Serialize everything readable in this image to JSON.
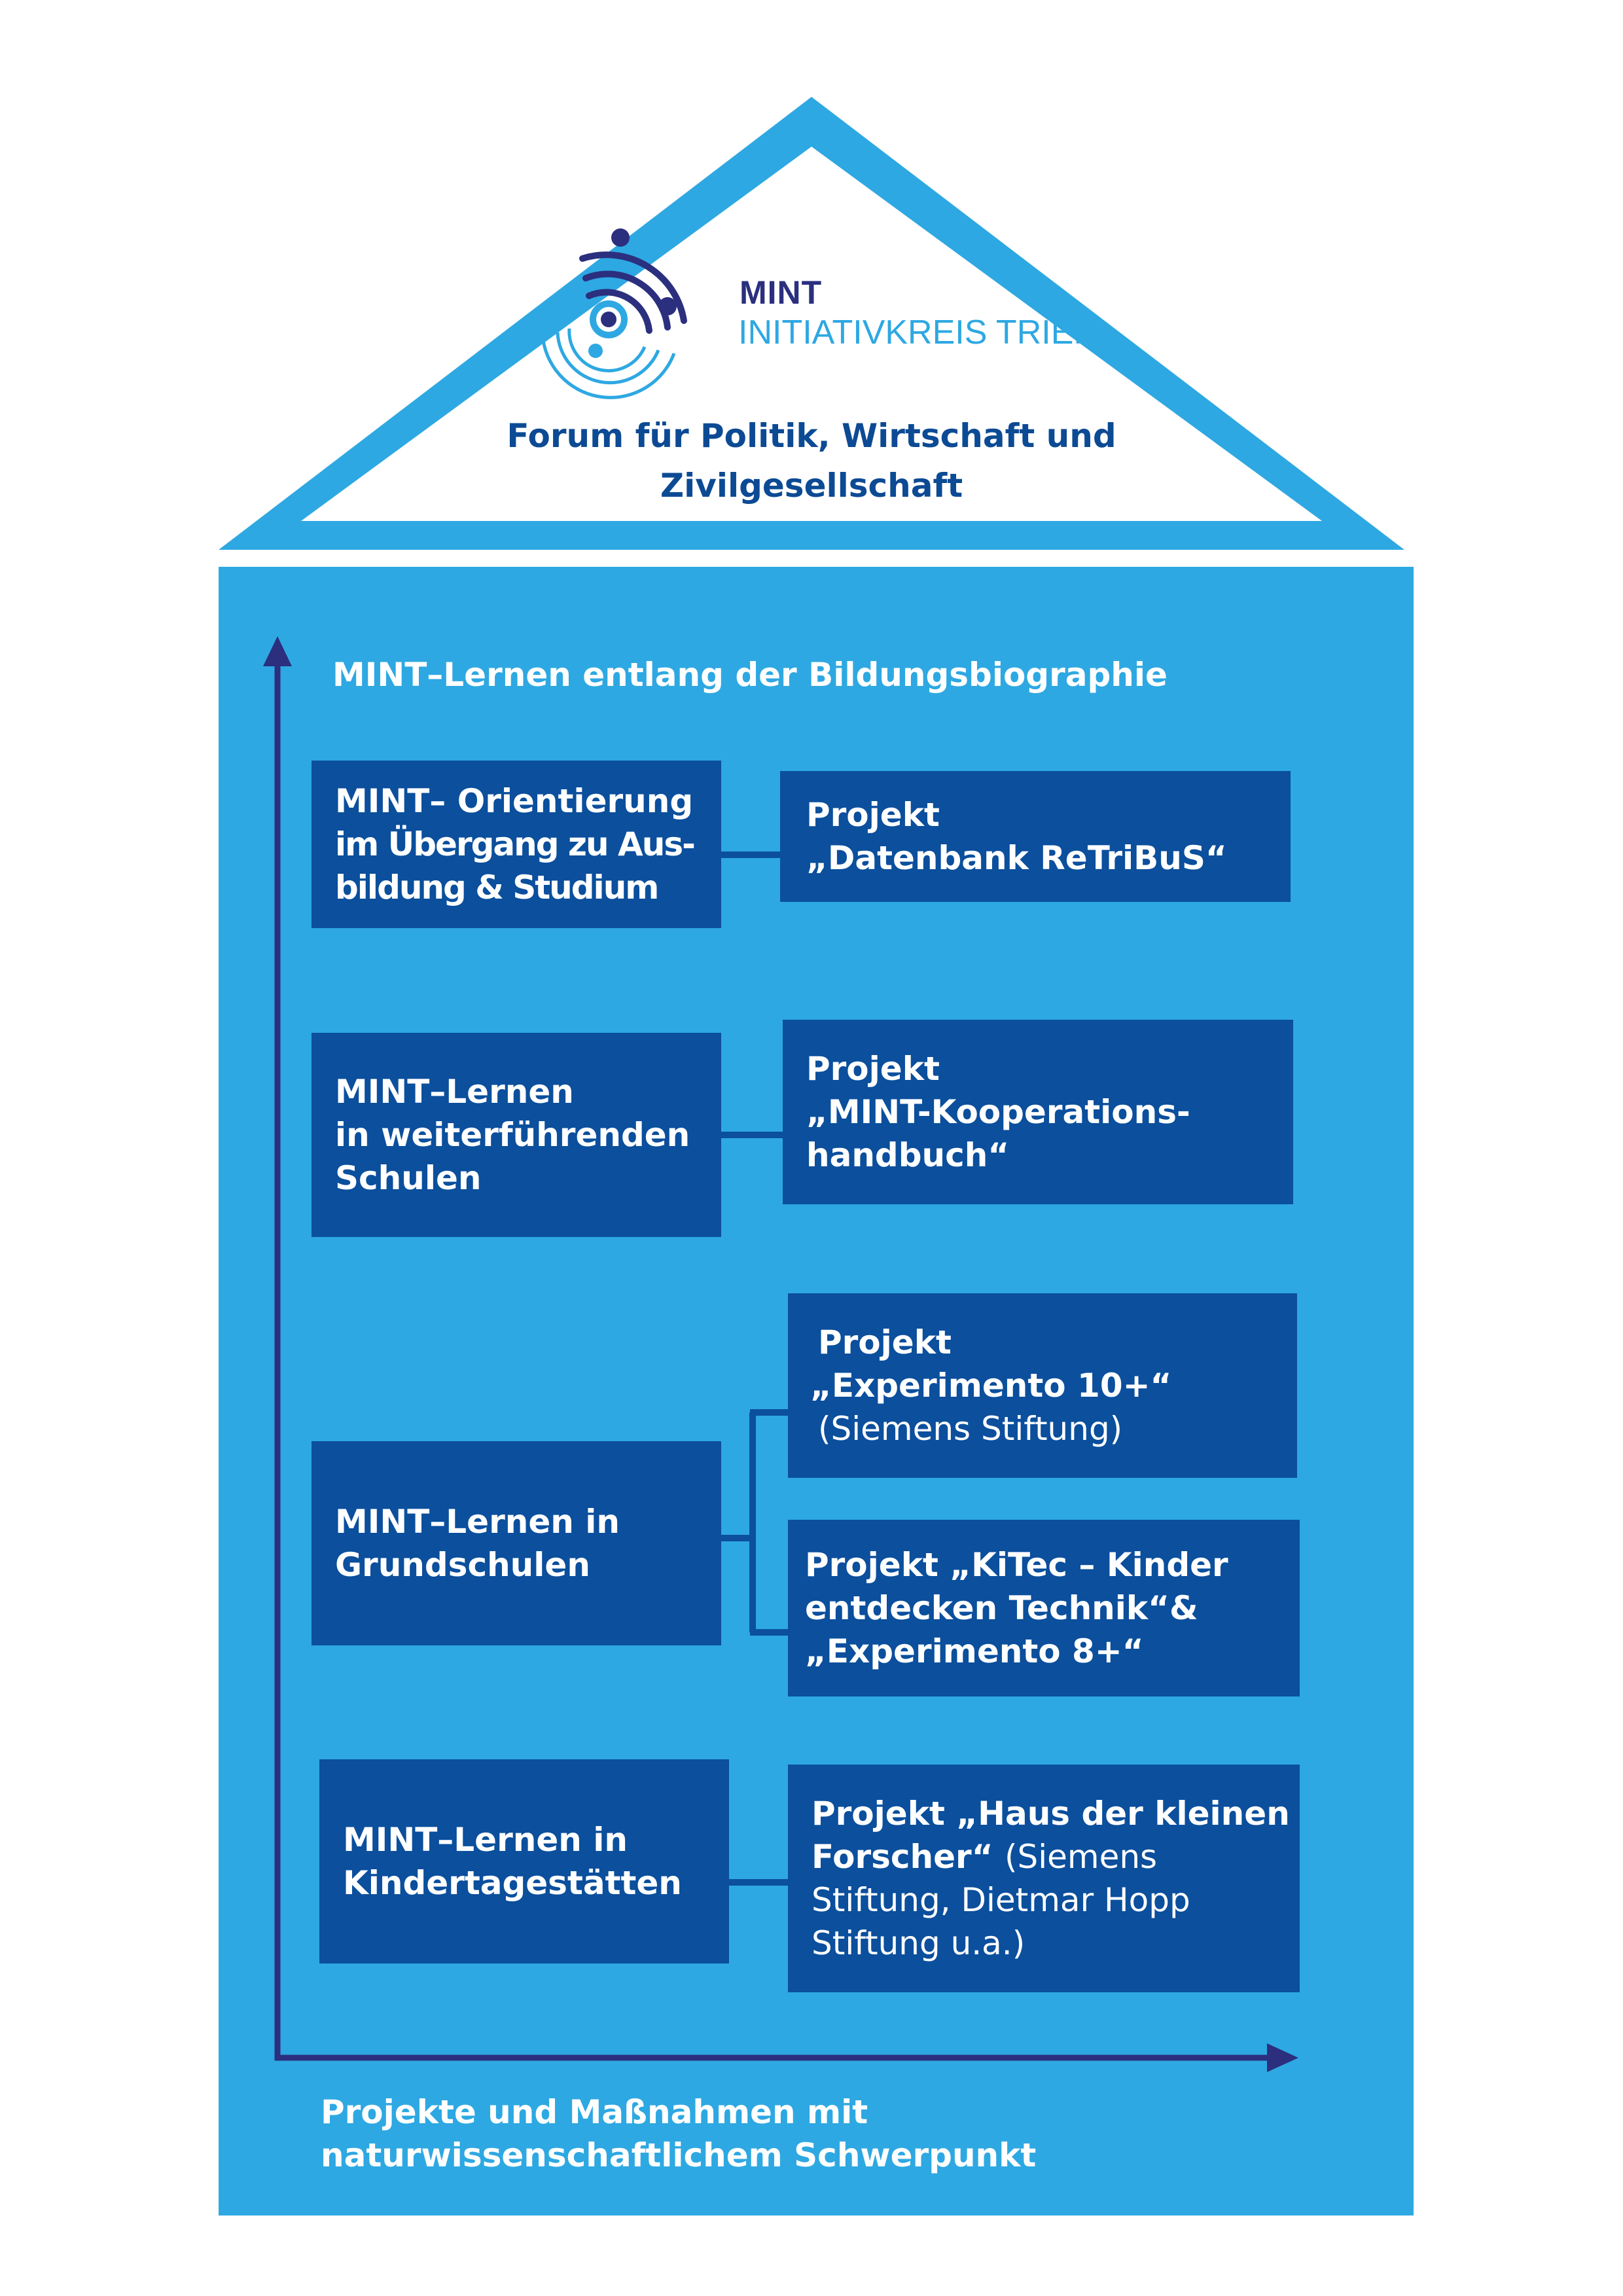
{
  "logo": {
    "title": "MINT",
    "subtitle": "INITIATIVKREIS TRIER"
  },
  "roof": {
    "line1": "Forum für Politik, Wirtschaft und",
    "line2": "Zivilgesellschaft"
  },
  "header": "MINT–Lernen entlang der Bildungsbiographie",
  "footer": {
    "line1": "Projekte und Maßnahmen mit",
    "line2": "naturwissenschaftlichem Schwerpunkt"
  },
  "levels": [
    {
      "lines": [
        "MINT– Orientierung",
        "im Übergang zu Aus-",
        "bildung & Studium"
      ]
    },
    {
      "lines": [
        "MINT–Lernen",
        "in weiterführenden",
        "Schulen"
      ]
    },
    {
      "lines": [
        "MINT–Lernen in",
        "Grundschulen"
      ]
    },
    {
      "lines": [
        "MINT–Lernen in",
        "Kindertagestätten"
      ]
    }
  ],
  "projects": [
    {
      "lines": [
        "Projekt",
        "„Datenbank ReTriBuS“"
      ]
    },
    {
      "lines": [
        "Projekt",
        "„MINT-Kooperations-",
        "handbuch“"
      ]
    },
    {
      "lines": [
        "Projekt",
        "„Experimento 10+“"
      ],
      "note": "(Siemens Stiftung)"
    },
    {
      "lines": [
        "Projekt „KiTec – Kinder",
        "entdecken Technik“&",
        "„Experimento 8+“"
      ]
    },
    {
      "lines": [
        "Projekt „Haus der kleinen",
        "Forscher“"
      ],
      "note_inline": "(Siemens",
      "note_lines": [
        "Stiftung, Dietmar Hopp",
        "Stiftung u.a.)"
      ]
    }
  ],
  "colors": {
    "roof_blue": "#2ea8e2",
    "box_blue": "#0b4f9d",
    "navy": "#2b2f7e",
    "text_dark_blue": "#0c4a94",
    "white": "#ffffff"
  },
  "icons": [
    "mint-logo-icon",
    "up-arrow-icon",
    "right-arrow-icon"
  ]
}
